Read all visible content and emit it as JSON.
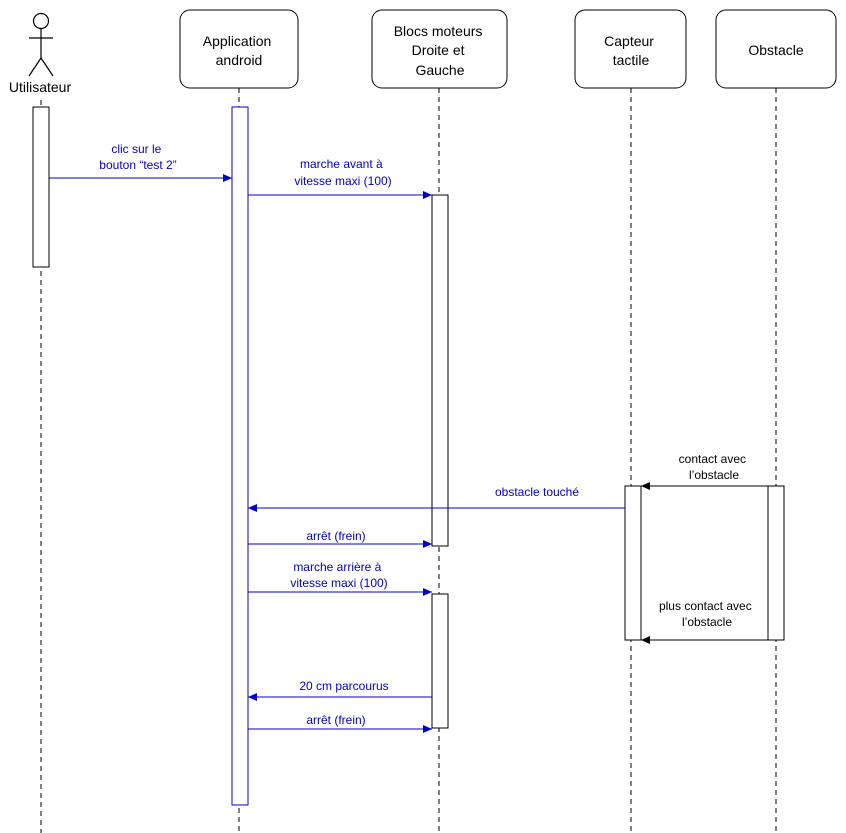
{
  "colors": {
    "blue": "#0000CC",
    "black": "#000000",
    "white": "#FFFFFF"
  },
  "participants": [
    {
      "id": "utilisateur",
      "kind": "actor",
      "lines": [
        "Utilisateur"
      ]
    },
    {
      "id": "application",
      "kind": "box",
      "lines": [
        "Application",
        "android"
      ]
    },
    {
      "id": "moteurs",
      "kind": "box",
      "lines": [
        "Blocs moteurs",
        "Droite et",
        "Gauche"
      ]
    },
    {
      "id": "capteur",
      "kind": "box",
      "lines": [
        "Capteur",
        "tactile"
      ]
    },
    {
      "id": "obstacle",
      "kind": "box",
      "lines": [
        "Obstacle"
      ]
    }
  ],
  "messages": [
    {
      "id": "clic",
      "from": "utilisateur",
      "to": "application",
      "color": "#0000CC",
      "lines": [
        "clic sur le",
        "bouton “test 2”"
      ]
    },
    {
      "id": "marche-avant",
      "from": "application",
      "to": "moteurs",
      "color": "#0000CC",
      "lines": [
        "marche avant à",
        "vitesse maxi (100)"
      ]
    },
    {
      "id": "contact",
      "from": "obstacle",
      "to": "capteur",
      "color": "#000000",
      "lines": [
        "contact avec",
        "l’obstacle"
      ]
    },
    {
      "id": "obstacle-touche",
      "from": "capteur",
      "to": "application",
      "color": "#0000CC",
      "lines": [
        "obstacle touché"
      ]
    },
    {
      "id": "arret-1",
      "from": "application",
      "to": "moteurs",
      "color": "#0000CC",
      "lines": [
        "arrêt (frein)"
      ]
    },
    {
      "id": "marche-arriere",
      "from": "application",
      "to": "moteurs",
      "color": "#0000CC",
      "lines": [
        "marche arrière à",
        "vitesse maxi (100)"
      ]
    },
    {
      "id": "plus-contact",
      "from": "obstacle",
      "to": "capteur",
      "color": "#000000",
      "lines": [
        "plus contact avec",
        "l’obstacle"
      ]
    },
    {
      "id": "parcourus",
      "from": "moteurs",
      "to": "application",
      "color": "#0000CC",
      "lines": [
        "20 cm parcourus"
      ]
    },
    {
      "id": "arret-2",
      "from": "application",
      "to": "moteurs",
      "color": "#0000CC",
      "lines": [
        "arrêt (frein)"
      ]
    }
  ]
}
